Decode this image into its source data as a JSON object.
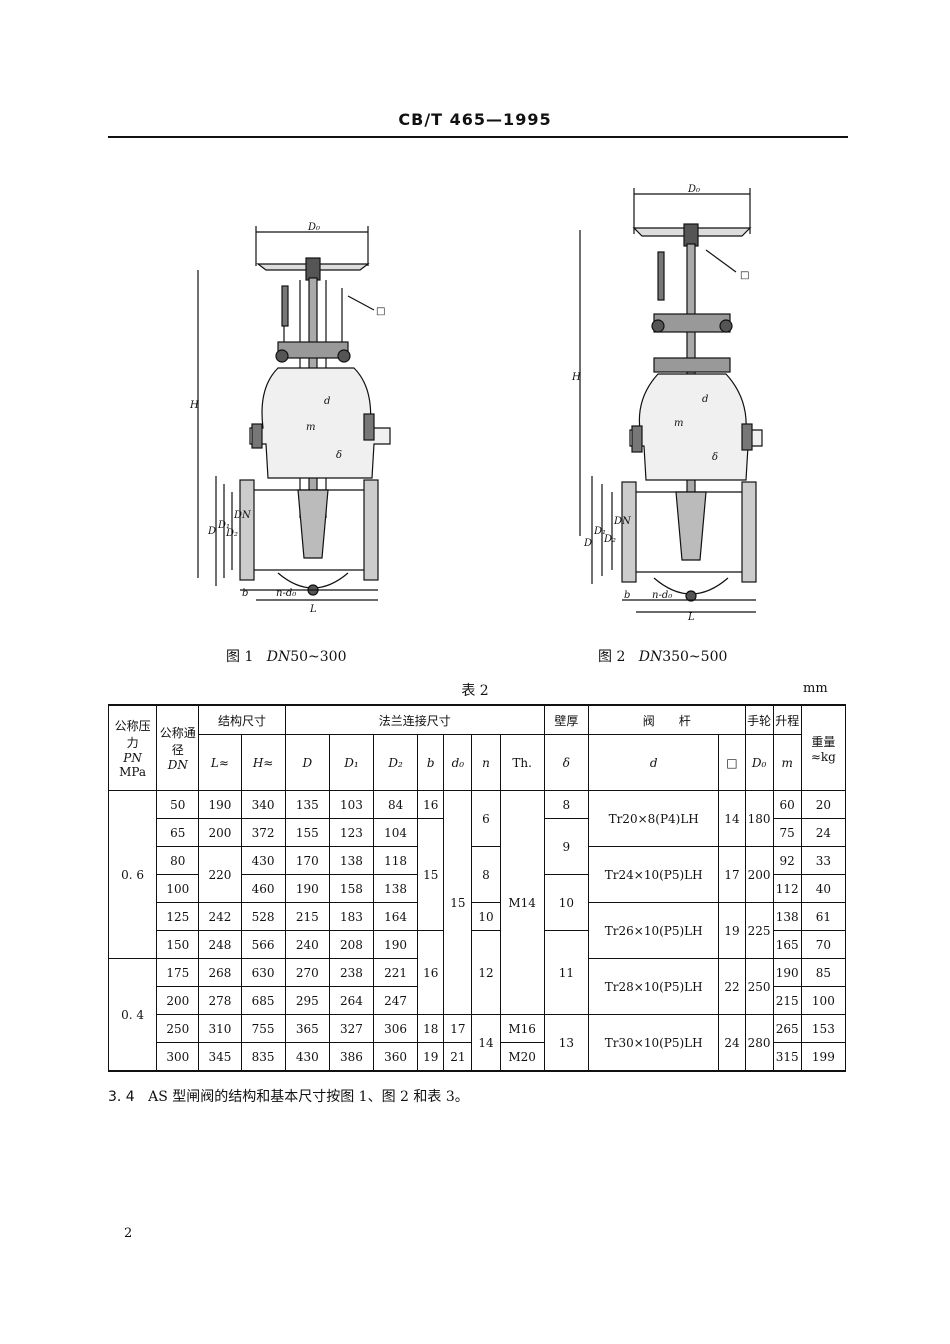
{
  "header": {
    "standard": "CB/T 465—1995"
  },
  "figures": [
    {
      "caption_prefix": "图 1",
      "caption_dn": "DN",
      "caption_range": "50~300",
      "labels": {
        "handwheel": "D₀",
        "square": "□",
        "height": "H",
        "stem": "d",
        "m": "m",
        "wall": "δ",
        "flange_D": "D",
        "flange_D1": "D₁",
        "flange_D2": "D₂",
        "bore": "DN",
        "thick": "b",
        "bolts": "n-d₀",
        "length": "L"
      }
    },
    {
      "caption_prefix": "图 2",
      "caption_dn": "DN",
      "caption_range": "350~500",
      "labels": {
        "handwheel": "D₀",
        "square": "□",
        "height": "H",
        "stem": "d",
        "m": "m",
        "wall": "δ",
        "flange_D": "D",
        "flange_D1": "D₁",
        "flange_D2": "D₂",
        "bore": "DN",
        "thick": "b",
        "bolts": "n-d₀",
        "length": "L"
      }
    }
  ],
  "table": {
    "title": "表 2",
    "unit": "mm",
    "head": {
      "pn": "公称压力",
      "pn_sym": "PN",
      "pn_unit": "MPa",
      "dn": "公称通径",
      "dn_sym": "DN",
      "struct": "结构尺寸",
      "flange": "法兰连接尺寸",
      "wall": "壁厚",
      "stem": "阀　　杆",
      "wheel": "手轮",
      "lift": "升程",
      "weight": "重量",
      "L": "L≈",
      "H": "H≈",
      "D": "D",
      "D1": "D₁",
      "D2": "D₂",
      "b": "b",
      "d0": "d₀",
      "n": "n",
      "th": "Th.",
      "delta": "δ",
      "d": "d",
      "sq": "□",
      "D0": "D₀",
      "m": "m",
      "kg": "≈kg"
    },
    "pn_values": [
      "0. 6",
      "0. 4"
    ],
    "rows": [
      {
        "dn": "50",
        "L": "190",
        "H": "340",
        "D": "135",
        "D1": "103",
        "D2": "84",
        "m": "60",
        "kg": "20"
      },
      {
        "dn": "65",
        "L": "200",
        "H": "372",
        "D": "155",
        "D1": "123",
        "D2": "104",
        "m": "75",
        "kg": "24"
      },
      {
        "dn": "80",
        "H": "430",
        "D": "170",
        "D1": "138",
        "D2": "118",
        "m": "92",
        "kg": "33"
      },
      {
        "dn": "100",
        "H": "460",
        "D": "190",
        "D1": "158",
        "D2": "138",
        "m": "112",
        "kg": "40"
      },
      {
        "dn": "125",
        "L": "242",
        "H": "528",
        "D": "215",
        "D1": "183",
        "D2": "164",
        "m": "138",
        "kg": "61"
      },
      {
        "dn": "150",
        "L": "248",
        "H": "566",
        "D": "240",
        "D1": "208",
        "D2": "190",
        "m": "165",
        "kg": "70"
      },
      {
        "dn": "175",
        "L": "268",
        "H": "630",
        "D": "270",
        "D1": "238",
        "D2": "221",
        "m": "190",
        "kg": "85"
      },
      {
        "dn": "200",
        "L": "278",
        "H": "685",
        "D": "295",
        "D1": "264",
        "D2": "247",
        "m": "215",
        "kg": "100"
      },
      {
        "dn": "250",
        "L": "310",
        "H": "755",
        "D": "365",
        "D1": "327",
        "D2": "306",
        "m": "265",
        "kg": "153"
      },
      {
        "dn": "300",
        "L": "345",
        "H": "835",
        "D": "430",
        "D1": "386",
        "D2": "360",
        "m": "315",
        "kg": "199"
      }
    ],
    "merged": {
      "L_80_100": "220",
      "b": [
        "16",
        "15",
        "16",
        "18",
        "19"
      ],
      "d0": [
        "15",
        "17",
        "21"
      ],
      "n": [
        "6",
        "8",
        "10",
        "12",
        "14"
      ],
      "th": [
        "M14",
        "M16",
        "M20"
      ],
      "delta": [
        "8",
        "9",
        "10",
        "11",
        "13"
      ],
      "stem": [
        {
          "d": "Tr20×8(P4)LH",
          "sq": "14",
          "D0": "180"
        },
        {
          "d": "Tr24×10(P5)LH",
          "sq": "17",
          "D0": "200"
        },
        {
          "d": "Tr26×10(P5)LH",
          "sq": "19",
          "D0": "225"
        },
        {
          "d": "Tr28×10(P5)LH",
          "sq": "22",
          "D0": "250"
        },
        {
          "d": "Tr30×10(P5)LH",
          "sq": "24",
          "D0": "280"
        }
      ]
    }
  },
  "note": {
    "num": "3. 4",
    "text": "AS 型闸阀的结构和基本尺寸按图 1、图 2 和表 3。"
  },
  "page_number": "2"
}
